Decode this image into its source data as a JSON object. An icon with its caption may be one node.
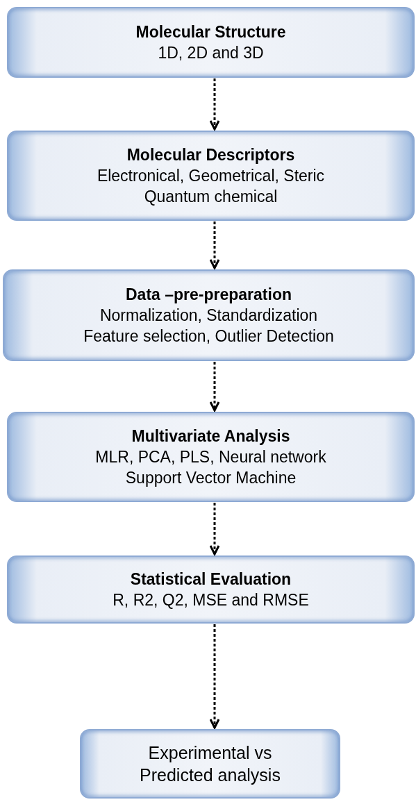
{
  "diagram": {
    "nodes": [
      {
        "text": [
          "Molecular Structure",
          "1D,  2D and   3D"
        ]
      },
      {
        "text": [
          "Molecular Descriptors",
          "Electronical,  Geometrical, Steric",
          "Quantum chemical"
        ]
      },
      {
        "text": [
          "Data –pre-preparation",
          "Normalization, Standardization",
          "Feature selection, Outlier Detection"
        ]
      },
      {
        "text": [
          "Multivariate Analysis",
          "MLR, PCA, PLS, Neural network",
          "Support Vector Machine"
        ]
      },
      {
        "text": [
          "Statistical Evaluation",
          "R, R2, Q2, MSE and RMSE"
        ]
      },
      {
        "text": [
          "Experimental vs Predicted analysis"
        ]
      }
    ],
    "edges": [
      {
        "from": 0,
        "to": 1,
        "arrow": "to",
        "style": "dashed"
      },
      {
        "from": 1,
        "to": 2,
        "arrow": "to",
        "style": "dashed"
      },
      {
        "from": 2,
        "to": 3,
        "arrow": "to",
        "style": "dashed"
      },
      {
        "from": 3,
        "to": 4,
        "arrow": "to",
        "style": "dashed"
      },
      {
        "from": 4,
        "to": 5,
        "arrow": "to",
        "style": "dashed"
      }
    ]
  }
}
